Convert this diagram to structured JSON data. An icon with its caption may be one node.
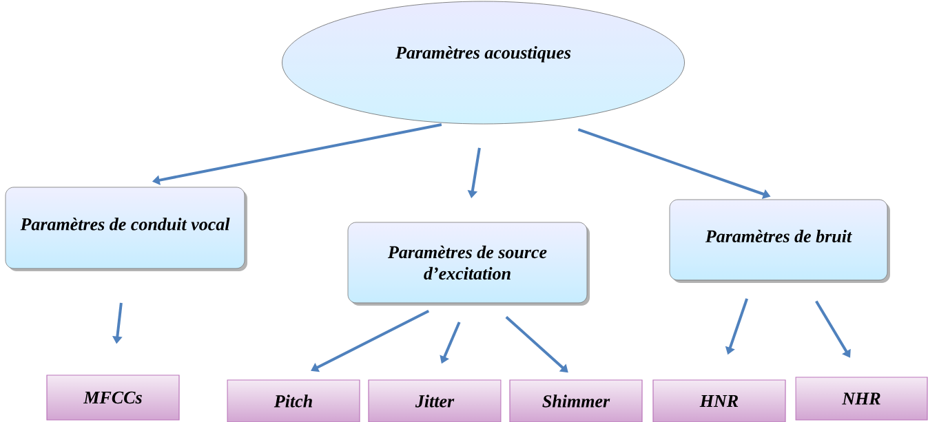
{
  "diagram": {
    "nodes": [
      {
        "text": [
          "Paramètres acoustiques"
        ]
      },
      {
        "text": [
          "Paramètres de conduit vocal"
        ]
      },
      {
        "text": [
          "Paramètres de source d’excitation"
        ]
      },
      {
        "text": [
          "Paramètres de bruit"
        ]
      },
      {
        "text": [
          "MFCCs"
        ]
      },
      {
        "text": [
          "Pitch"
        ]
      },
      {
        "text": [
          "Jitter"
        ]
      },
      {
        "text": [
          "Shimmer"
        ]
      },
      {
        "text": [
          "HNR"
        ]
      },
      {
        "text": [
          "NHR"
        ]
      }
    ],
    "edges": [
      {
        "from": 0,
        "to": 1,
        "arrow": "to"
      },
      {
        "from": 0,
        "to": 2,
        "arrow": "to"
      },
      {
        "from": 0,
        "to": 3,
        "arrow": "to"
      },
      {
        "from": 1,
        "to": 4,
        "arrow": "to"
      },
      {
        "from": 2,
        "to": 5,
        "arrow": "to"
      },
      {
        "from": 2,
        "to": 6,
        "arrow": "to"
      },
      {
        "from": 2,
        "to": 7,
        "arrow": "to"
      },
      {
        "from": 3,
        "to": 8,
        "arrow": "to"
      },
      {
        "from": 3,
        "to": 9,
        "arrow": "to"
      }
    ]
  }
}
